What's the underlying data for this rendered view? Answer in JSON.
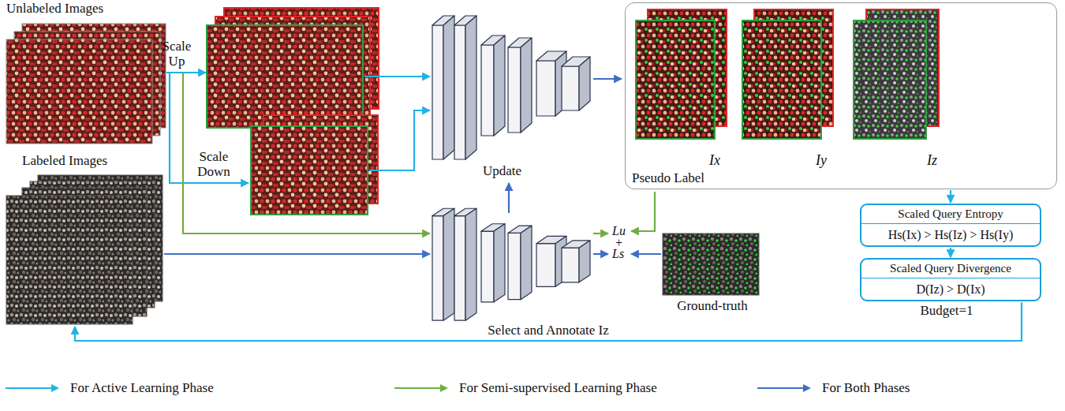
{
  "diagram": {
    "nodes": [
      {
        "text": [
          "Unlabeled Images"
        ]
      },
      {
        "text": [
          "Pseudo Label"
        ]
      },
      {
        "text": [
          "Ix"
        ],
        "in": 1
      },
      {
        "text": [
          "Iy"
        ],
        "in": 1
      },
      {
        "text": [
          "Iz"
        ],
        "in": 1
      },
      {
        "text": [
          "Labeled Images"
        ]
      },
      {
        "text": [
          "Scaled Query Entropy",
          "Hs(Ix) > Hs(Iz) > Hs(Iy)"
        ]
      },
      {
        "text": [
          "Ground-truth"
        ]
      },
      {
        "text": [
          "Scaled Query Divergence",
          "D(Iz) > D(Ix)"
        ]
      }
    ],
    "edges": [
      {
        "from": 1,
        "to": 6,
        "arrow": "to"
      },
      {
        "from": 6,
        "to": 8,
        "arrow": "to"
      },
      {
        "from": 8,
        "to": 5,
        "label": "Select and Annotate Iz",
        "arrow": "to"
      }
    ],
    "labels": [
      "Scale Up",
      "Scale Down",
      "Update",
      "Lu",
      "+",
      "Ls",
      "Budget=1"
    ],
    "legend": [
      {
        "text": "For Active Learning Phase"
      },
      {
        "text": "For Semi-supervised Learning Phase"
      },
      {
        "text": "For Both Phases"
      }
    ]
  }
}
